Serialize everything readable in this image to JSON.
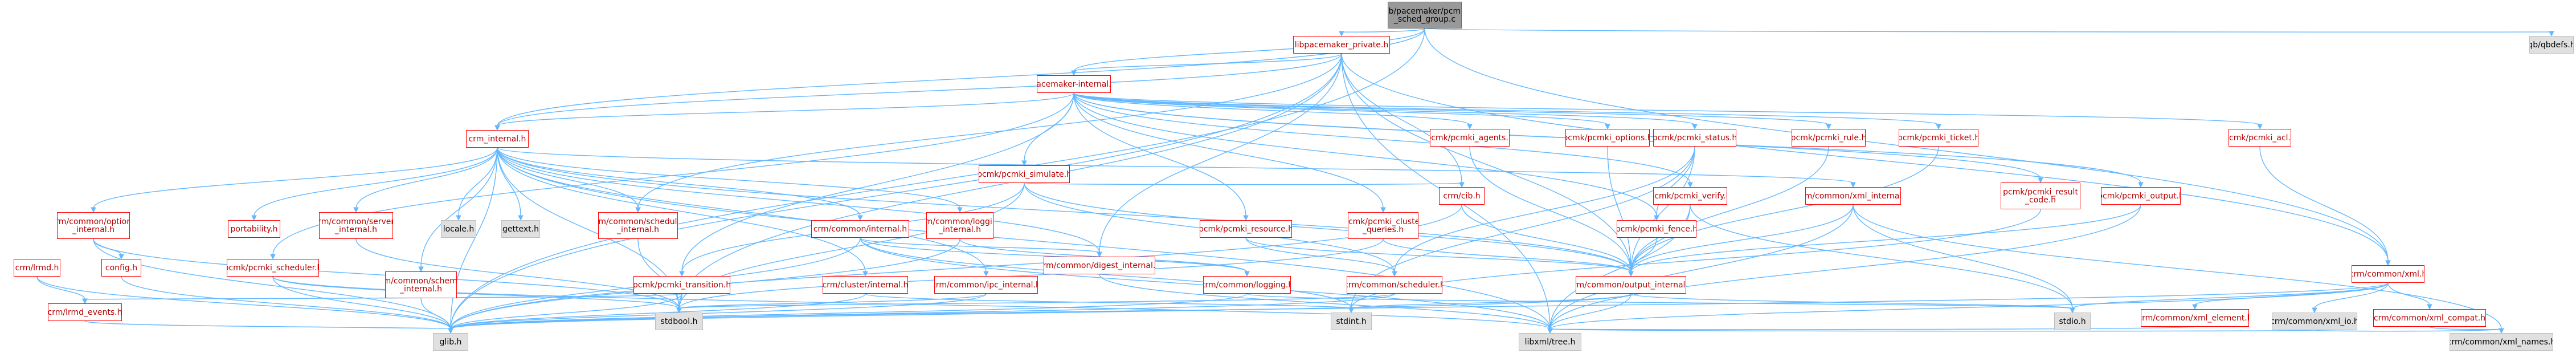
{
  "graph": {
    "nodes": {
      "root": "lib/pacemaker/pcmk\n_sched_group.c",
      "lpp": "libpacemaker_private.h",
      "qbdef": "qb/qbdefs.h",
      "pint": "pacemaker-internal.h",
      "crmint": "crm_internal.h",
      "acl": "pcmk/pcmki_acl.h",
      "agents": "pcmk/pcmki_agents.h",
      "options": "pcmk/pcmki_options.h",
      "status": "pcmk/pcmki_status.h",
      "rule": "pcmk/pcmki_rule.h",
      "ticket": "pcmk/pcmki_ticket.h",
      "simulate": "pcmk/pcmki_simulate.h",
      "cib": "crm/cib.h",
      "verify": "pcmk/pcmki_verify.h",
      "xmlint": "crm/common/xml_internal.h",
      "result": "pcmk/pcmki_result\n_code.h",
      "output": "pcmk/pcmki_output.h",
      "fence": "pcmk/pcmki_fence.h",
      "clusterq": "pcmk/pcmki_cluster\n_queries.h",
      "resource": "pcmk/pcmki_resource.h",
      "commoninternal": "crm/common/internal.h",
      "logging_int": "crm/common/logging\n_internal.h",
      "sched_int": "crm/common/scheduler\n_internal.h",
      "servers": "crm/common/servers\n_internal.h",
      "optint": "crm/common/options\n_internal.h",
      "portability": "portability.h",
      "locale": "locale.h",
      "gettext": "gettext.h",
      "crmd": "crm/lrmd.h",
      "config": "config.h",
      "scheduler": "pcmk/pcmki_scheduler.h",
      "schemas": "crm/common/schemas\n_internal.h",
      "transition": "pcmk/pcmki_transition.h",
      "clusterint": "crm/cluster/internal.h",
      "ipc": "crm/common/ipc_internal.h",
      "digest": "crm/common/digest_internal.h",
      "logging": "crm/common/logging.h",
      "cscheduler": "crm/common/scheduler.h",
      "outint": "crm/common/output_internal.h",
      "xml": "crm/common/xml.h",
      "lrmd_events": "crm/lrmd_events.h",
      "stdbool": "stdbool.h",
      "stdint": "stdint.h",
      "stdio": "stdio.h",
      "xml_element": "crm/common/xml_element.h",
      "xml_io": "crm/common/xml_io.h",
      "xml_compat": "crm/common/xml_compat.h",
      "glib": "glib.h",
      "tree": "libxml/tree.h",
      "xml_names": "crm/common/xml_names.h"
    },
    "colors": {
      "edge": "#63b8ff",
      "node_border": "#ff0000",
      "node_text": "#b80000",
      "ext_fill": "#e0e0e0",
      "root_fill": "#999999"
    }
  }
}
